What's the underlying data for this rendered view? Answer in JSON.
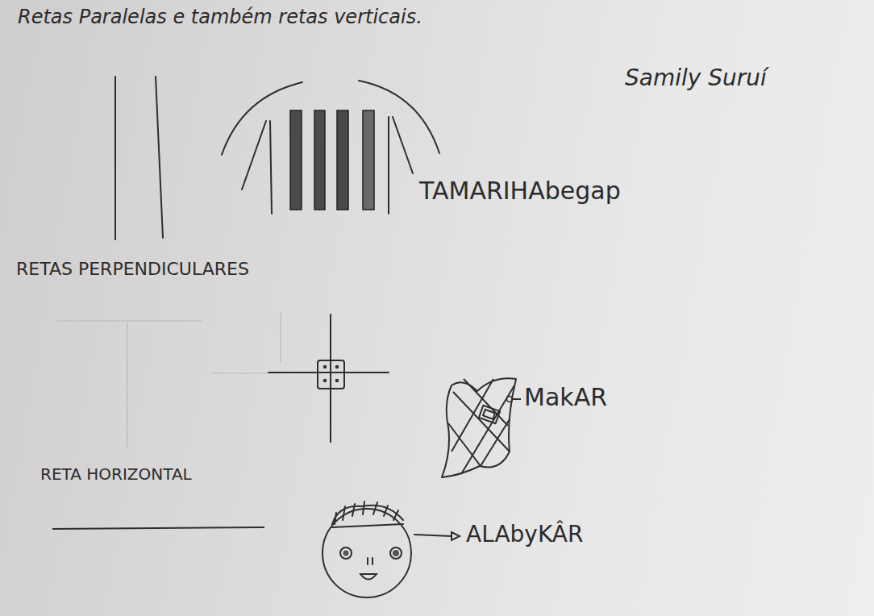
{
  "diagram": {
    "labels": [
      "Retas Paralelas e também retas verticais.",
      "Samily Suruí",
      "TAMARIHAbegap",
      "RETAS PERPENDICULARES",
      "MakAR",
      "RETA HORIZONTAL",
      "ALAbyKÂR"
    ]
  }
}
